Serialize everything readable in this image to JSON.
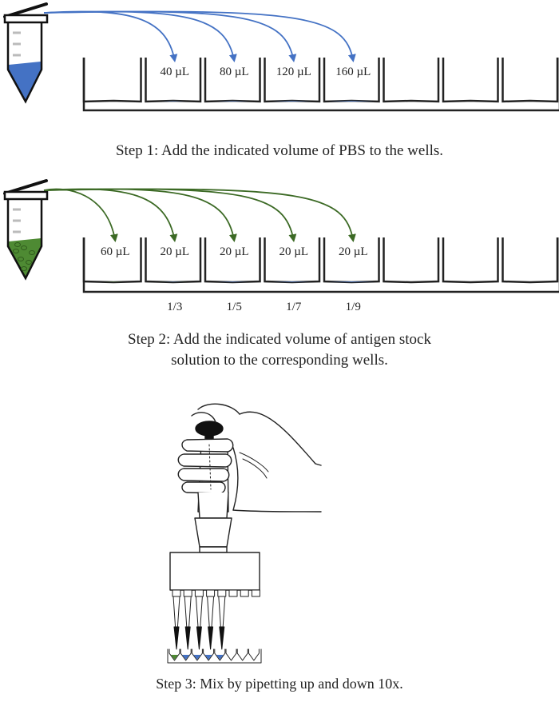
{
  "colors": {
    "pbs": "#4472c4",
    "antigen": "#4e8a33",
    "arrow1": "#4472c4",
    "arrow2": "#3c6a25",
    "outline": "#222222"
  },
  "step1": {
    "caption": "Step 1: Add the indicated volume of PBS to the wells.",
    "wells": [
      {
        "label": ""
      },
      {
        "label": "40 µL",
        "pbs": 40
      },
      {
        "label": "80 µL",
        "pbs": 80
      },
      {
        "label": "120 µL",
        "pbs": 120
      },
      {
        "label": "160 µL",
        "pbs": 160
      },
      {
        "label": ""
      },
      {
        "label": ""
      },
      {
        "label": ""
      }
    ]
  },
  "step2": {
    "caption_line1": "Step 2: Add the indicated volume of antigen stock",
    "caption_line2": "solution to the corresponding wells.",
    "wells": [
      {
        "label": "60 µL",
        "dilution": "",
        "pbs": 0,
        "antigen": 60
      },
      {
        "label": "20 µL",
        "dilution": "1/3",
        "pbs": 40,
        "antigen": 20
      },
      {
        "label": "20 µL",
        "dilution": "1/5",
        "pbs": 80,
        "antigen": 20
      },
      {
        "label": "20 µL",
        "dilution": "1/7",
        "pbs": 120,
        "antigen": 20
      },
      {
        "label": "20 µL",
        "dilution": "1/9",
        "pbs": 160,
        "antigen": 20
      },
      {
        "label": "",
        "dilution": ""
      },
      {
        "label": "",
        "dilution": ""
      },
      {
        "label": "",
        "dilution": ""
      }
    ]
  },
  "step3": {
    "caption": "Step 3: Mix by pipetting up and down 10x."
  },
  "icons": {
    "tube1": "microcentrifuge-tube-pbs-icon",
    "tube2": "microcentrifuge-tube-antigen-icon",
    "pipette": "multichannel-pipette-hand-icon"
  }
}
